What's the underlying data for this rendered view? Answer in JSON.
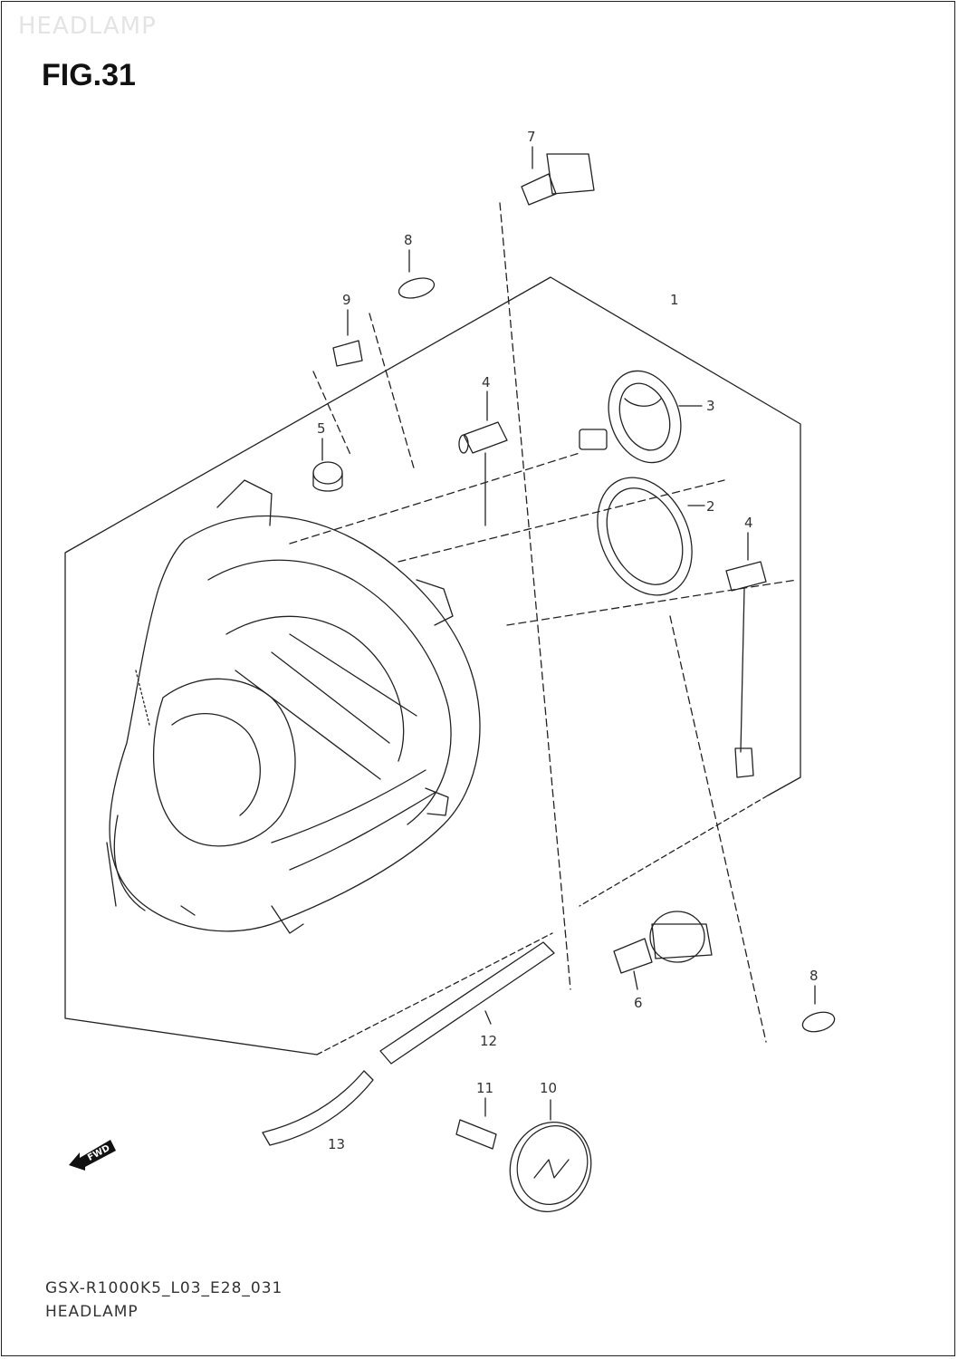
{
  "header": {
    "watermark": "HEADLAMP",
    "figure_label": "FIG.31"
  },
  "callouts": {
    "c1": "1",
    "c2": "2",
    "c3": "3",
    "c4a": "4",
    "c4b": "4",
    "c5": "5",
    "c6": "6",
    "c7": "7",
    "c8a": "8",
    "c8b": "8",
    "c9": "9",
    "c10": "10",
    "c11": "11",
    "c12": "12",
    "c13": "13"
  },
  "direction_marker": "FWD",
  "footer": {
    "model_code": "GSX-R1000K5_L03_E28_031",
    "part_name": "HEADLAMP"
  },
  "colors": {
    "line": "#222222",
    "text": "#333333",
    "watermark": "#e4e4e4"
  }
}
